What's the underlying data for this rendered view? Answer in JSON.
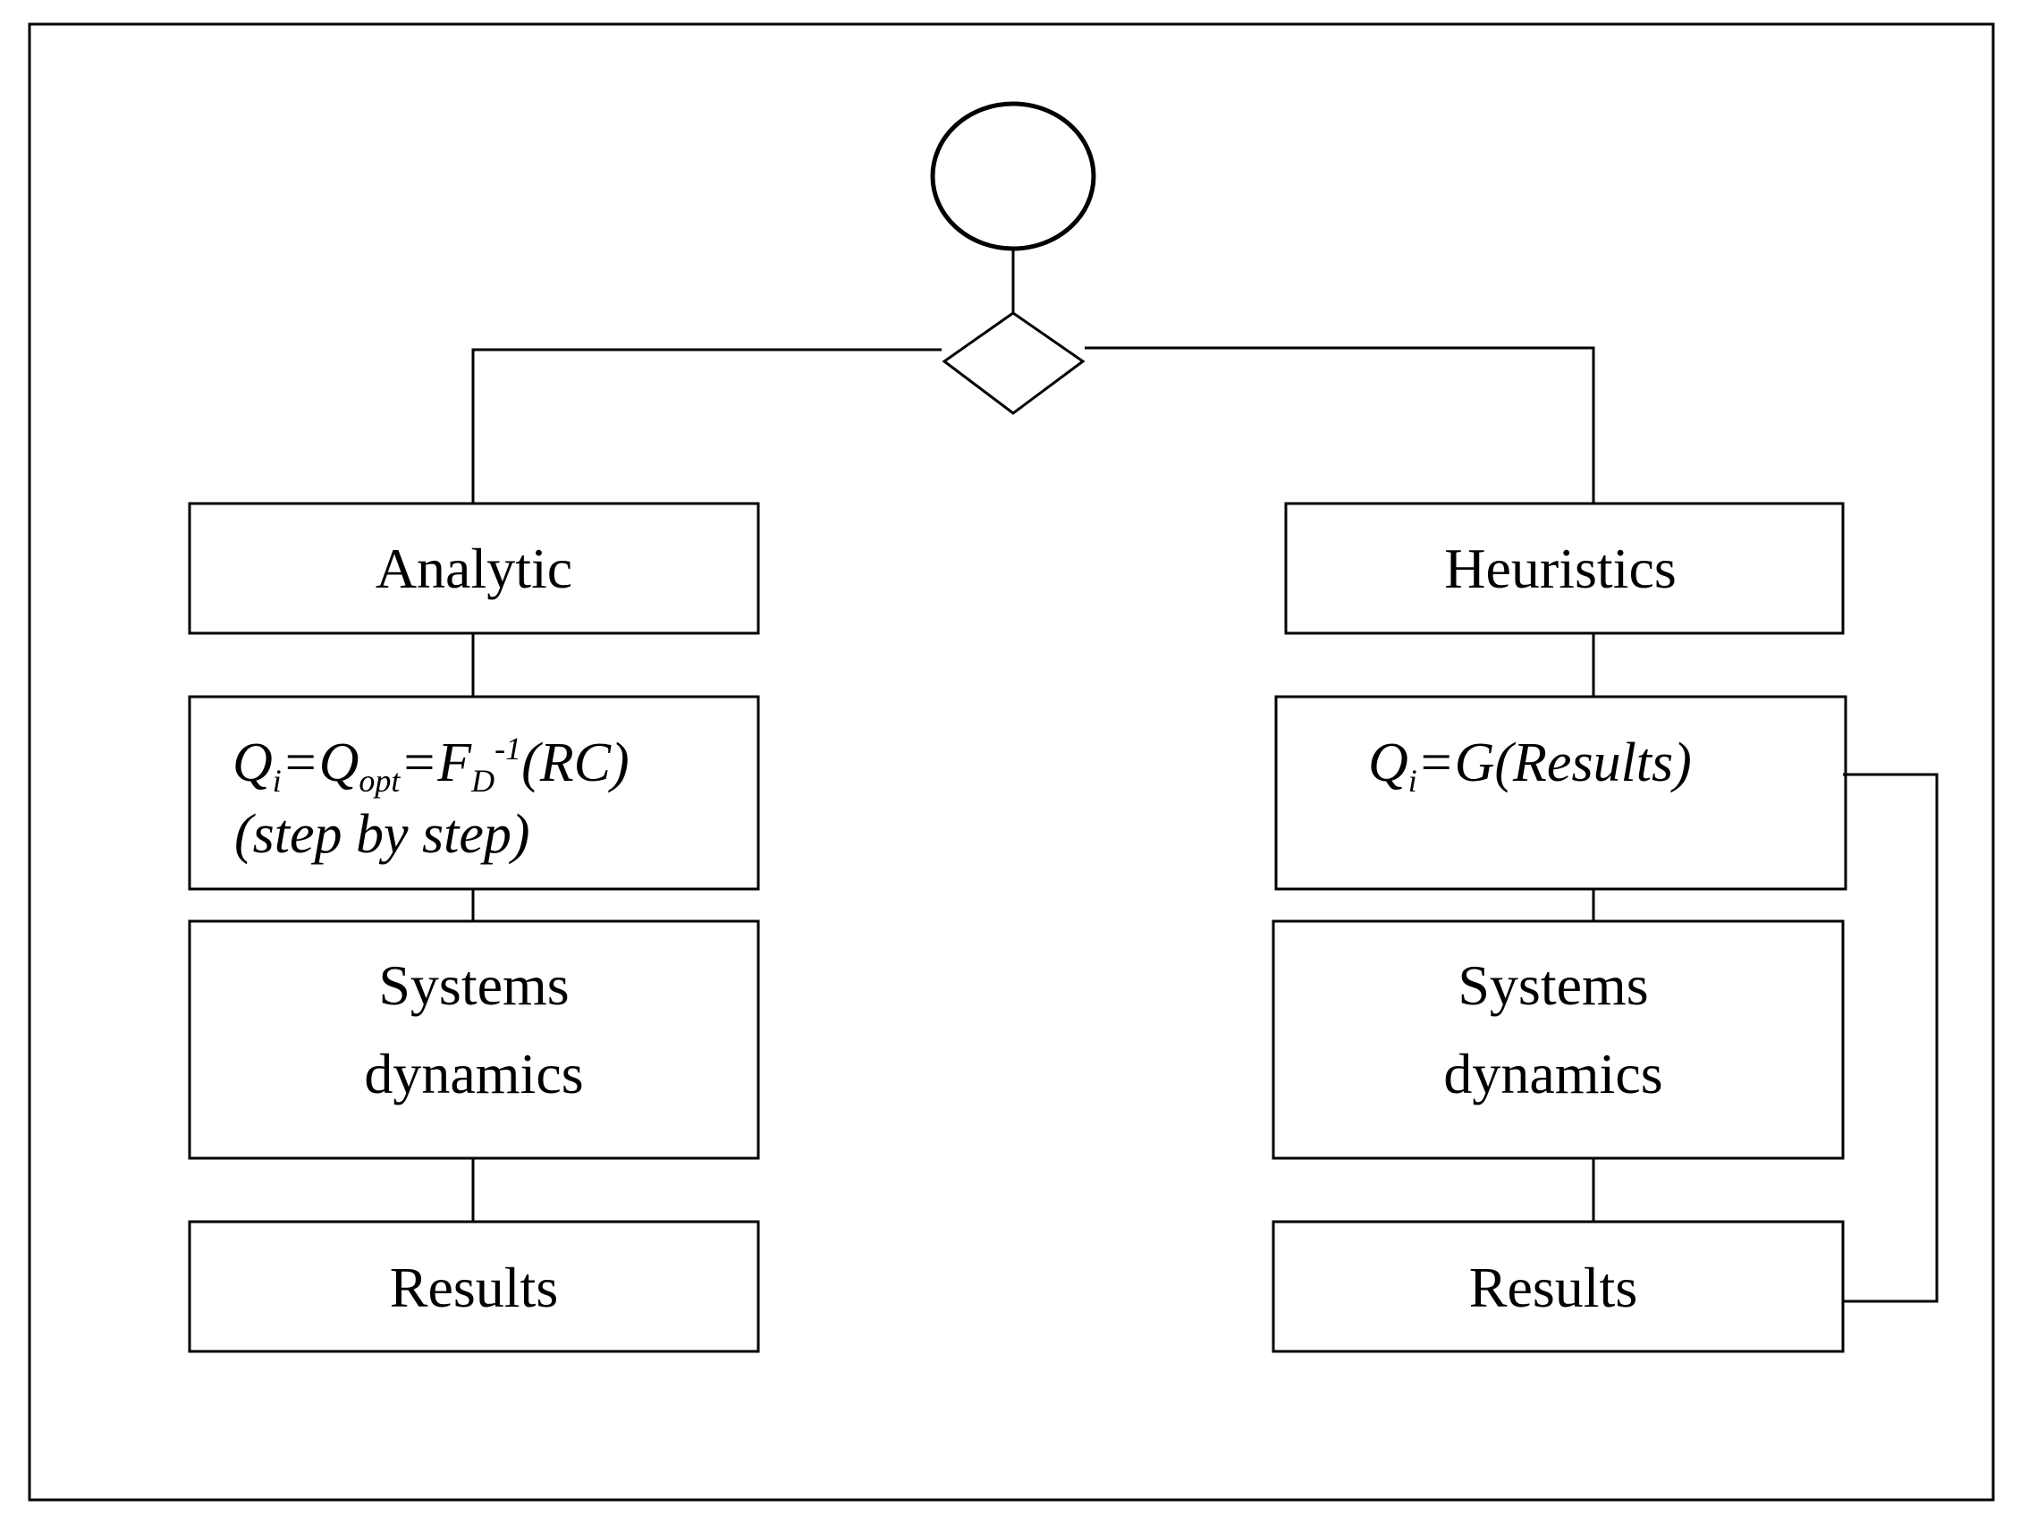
{
  "diagram": {
    "left_branch": {
      "method_label": "Analytic",
      "formula": {
        "q": "Q",
        "q_sub": "i",
        "eq1": "=Q",
        "opt_sub": "opt",
        "eq2": "=F",
        "d_sub": "D",
        "inv_sup": "-1",
        "arg": "(RC)"
      },
      "formula_note": "(step by step)",
      "process_line1": "Systems",
      "process_line2": "dynamics",
      "results_label": "Results"
    },
    "right_branch": {
      "method_label": "Heuristics",
      "formula": {
        "q": "Q",
        "q_sub": "i",
        "rest": "=G(Results)"
      },
      "process_line1": "Systems",
      "process_line2": "dynamics",
      "results_label": "Results"
    }
  }
}
